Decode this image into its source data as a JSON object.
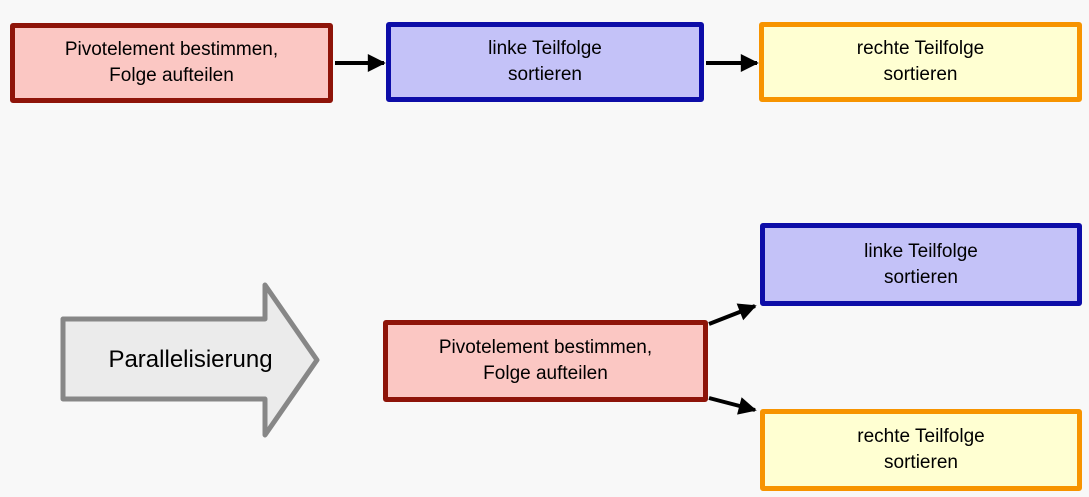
{
  "canvas": {
    "background_color": "#f8f8f8"
  },
  "palette": {
    "pivot_fill": "#fbc7c3",
    "pivot_border": "#8e1409",
    "left_fill": "#c4c2f8",
    "left_border": "#0d0da8",
    "right_fill": "#ffffd2",
    "right_border": "#f79400",
    "block_arrow_fill": "#ebebeb",
    "block_arrow_border": "#878787",
    "connector_color": "#000000"
  },
  "sequential_flow": {
    "pivot_box": {
      "line1": "Pivotelement bestimmen,",
      "line2": "Folge aufteilen"
    },
    "left_box": {
      "line1": "linke Teilfolge",
      "line2": "sortieren"
    },
    "right_box": {
      "line1": "rechte Teilfolge",
      "line2": "sortieren"
    }
  },
  "transform_arrow": {
    "label": "Parallelisierung"
  },
  "parallel_flow": {
    "pivot_box": {
      "line1": "Pivotelement bestimmen,",
      "line2": "Folge aufteilen"
    },
    "left_box": {
      "line1": "linke Teilfolge",
      "line2": "sortieren"
    },
    "right_box": {
      "line1": "rechte Teilfolge",
      "line2": "sortieren"
    }
  }
}
